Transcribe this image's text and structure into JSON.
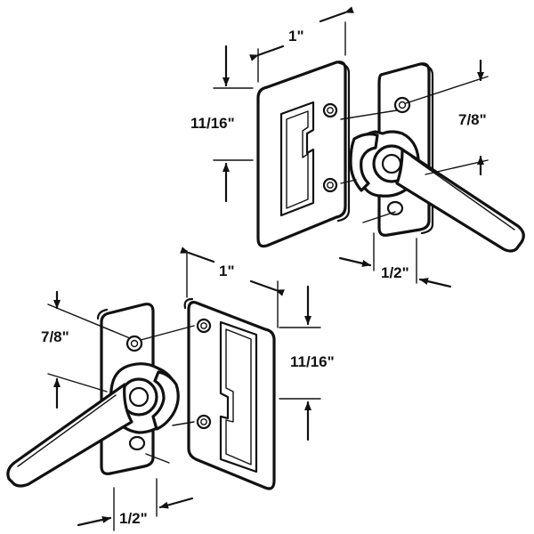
{
  "diagram": {
    "top_assembly": {
      "width_label": "1\"",
      "height_label": "11/16\"",
      "hole_spacing_label": "7/8\"",
      "lever_width_label": "1/2\""
    },
    "bottom_assembly": {
      "width_label": "1\"",
      "height_label": "11/16\"",
      "hole_spacing_label": "7/8\"",
      "lever_width_label": "1/2\""
    }
  },
  "colors": {
    "ink": "#111111",
    "paper": "#ffffff"
  }
}
